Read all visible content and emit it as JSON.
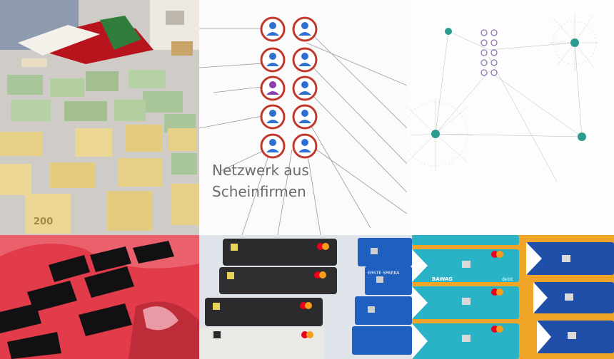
{
  "panels": {
    "money": {
      "banknote_label": "200"
    },
    "network_persons": {
      "caption": "Netzwerk aus\nScheinfirmen"
    },
    "cards": {
      "bank_label_erste": "ERSTE SPARKA",
      "bank_label_bawag": "BAWAG",
      "debit_label": "debit"
    }
  },
  "colors": {
    "euro_200": "#e6cf86",
    "euro_100": "#a9c59a",
    "person_ring": "#c0392b",
    "person_blue": "#2f6fd1",
    "person_purple": "#8a3fb0",
    "hub_teal": "#2a9d8f",
    "phone_cloth": "#e23b4a",
    "card_black": "#2b2b2d",
    "erste_blue": "#1f5fbf",
    "bawag_teal": "#2ab3c6",
    "bawag_navy": "#1f4fa8",
    "table_orange": "#f0a428"
  }
}
